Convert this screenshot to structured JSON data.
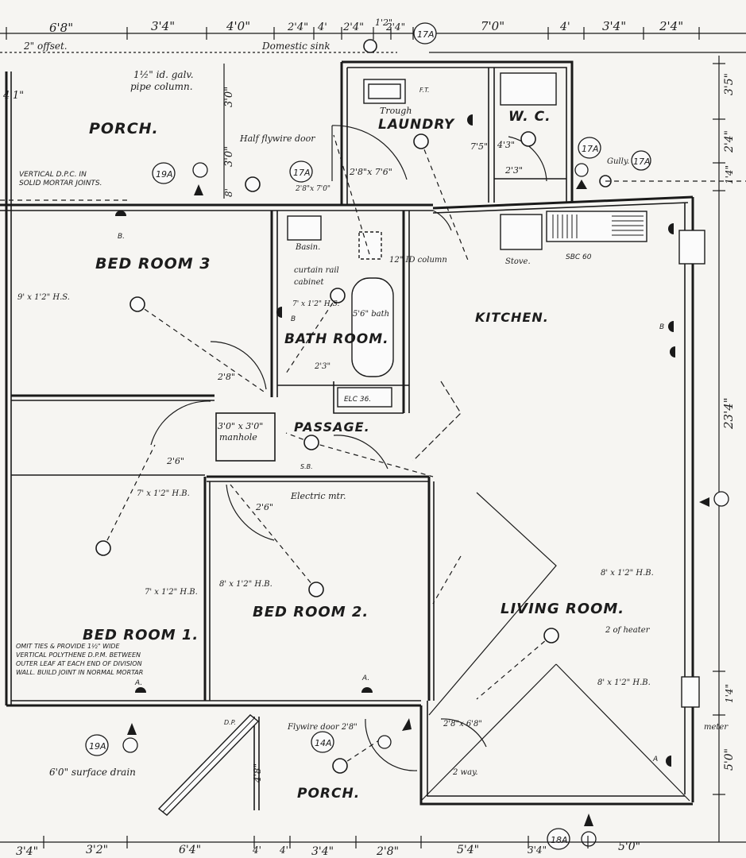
{
  "dimensions": {
    "top": [
      "6'8\"",
      "3'4\"",
      "4'0\"",
      "2'4\"",
      "4'",
      "2'4\"",
      "1'2\"",
      "2'4\"",
      "7'0\"",
      "4'",
      "3'4\"",
      "2'4\""
    ],
    "bottom": [
      "3'4\"",
      "3'2\"",
      "6'4\"",
      "4'",
      "4'",
      "3'4\"",
      "2'8\"",
      "5'4\"",
      "3'4\"",
      "5'0\""
    ],
    "right": [
      "3'5\"",
      "2'4\"",
      "1'4\"",
      "23'4\"",
      "1'4\"",
      "5'0\""
    ],
    "left": [
      "4'1\"",
      "3'0\"",
      "3'0\"",
      "8'",
      "4'8\""
    ]
  },
  "rooms": {
    "porch_top": "PORCH.",
    "laundry": "LAUNDRY",
    "wc": "W. C.",
    "bedroom3": "BED ROOM 3",
    "bathroom": "BATH ROOM.",
    "kitchen": "KITCHEN.",
    "passage": "PASSAGE.",
    "bedroom1": "BED ROOM 1.",
    "bedroom2": "BED ROOM 2.",
    "living": "LIVING ROOM.",
    "porch_bottom": "PORCH."
  },
  "notes": {
    "offset": "2\" offset.",
    "domestic_sink": "Domestic sink",
    "pipe_column_1": "1½\" id. galv.",
    "pipe_column_2": "pipe column.",
    "flywire_door": "Half flywire door",
    "dpc_1": "VERTICAL D.P.C. IN",
    "dpc_2": "SOLID MORTAR JOINTS.",
    "trough": "Trough",
    "ft": "F.T.",
    "door_laundry": "2'8\"x 7'6\"",
    "door_porch": "2'8\"x 7'0\"",
    "wc_door": "2'3\"",
    "laundry_dims": "7'5\"",
    "wc_dims": "4'3\"",
    "gully": "Gully.",
    "basin": "Basin.",
    "curtain_rail": "curtain rail",
    "cabinet": "cabinet",
    "col_12": "12\" ID column",
    "stove": "Stove.",
    "sbc": "SBC 60",
    "hs_bed3": "9' x 1'2\" H.S.",
    "hs_bath": "7' x 1'2\" H.S.",
    "bath": "5'6\" bath",
    "bath_door": "2'3\"",
    "bed3_door": "2'8\"",
    "elc": "ELC 36.",
    "manhole_1": "3'0\" x 3'0\"",
    "manhole_2": "manhole",
    "bed1_door": "2'6\"",
    "sb": "S.B.",
    "electric_mtr": "Electric mtr.",
    "hb_bed1_top": "7' x 1'2\" H.B.",
    "bed2_door": "2'6\"",
    "hb_bed2": "8' x 1'2\" H.B.",
    "hb_bed1_bot": "7' x 1'2\" H.B.",
    "hb_living_top": "8' x 1'2\" H.B.",
    "heater": "2 of heater",
    "hb_living_bot": "8' x 1'2\" H.B.",
    "omit_ties_1": "OMIT TIES & PROVIDE 1½\" WIDE",
    "omit_ties_2": "VERTICAL POLYTHENE D.P.M. BETWEEN",
    "omit_ties_3": "OUTER LEAF AT EACH END OF DIVISION",
    "omit_ties_4": "WALL. BUILD JOINT IN NORMAL MORTAR",
    "surface_drain": "6'0\" surface drain",
    "dp": "D.P.",
    "flywire_bottom": "Flywire door 2'8\"",
    "door_living": "2'8\"x 6'8\"",
    "two_way": "2 way.",
    "meter": "meter",
    "marker_a": "A.",
    "marker_b": "B.",
    "marker_a2": "A",
    "marker_b2": "B"
  },
  "tags": [
    "17A",
    "17A",
    "17A",
    "19A",
    "19A",
    "14A",
    "18A"
  ]
}
